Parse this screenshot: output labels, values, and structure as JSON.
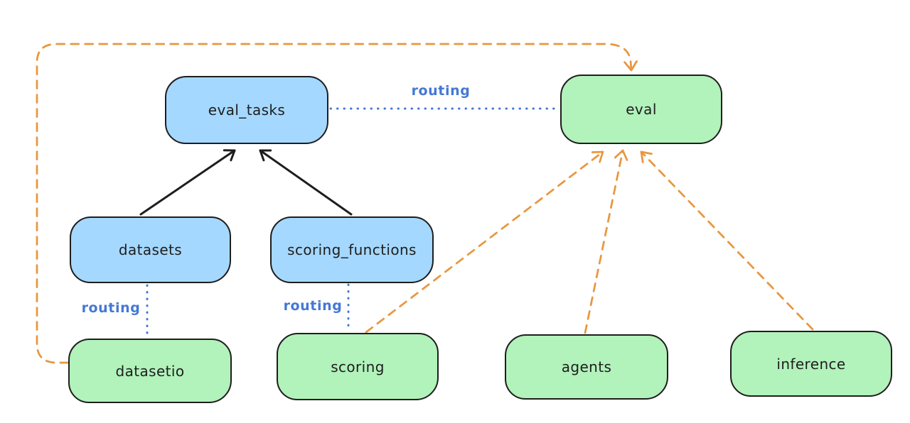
{
  "diagram": {
    "background_color": "#ffffff",
    "colors": {
      "api_node_fill_blue": "#a5d8ff",
      "provider_node_fill_green": "#b2f2bb",
      "node_stroke": "#1e1e1e",
      "solid_arrow": "#1e1e1e",
      "routing_blue": "#4478d4",
      "provider_arrow_orange": "#e8973f"
    },
    "nodes": [
      {
        "id": "eval_tasks",
        "label": "eval_tasks",
        "color": "blue"
      },
      {
        "id": "eval",
        "label": "eval",
        "color": "green"
      },
      {
        "id": "datasets",
        "label": "datasets",
        "color": "blue"
      },
      {
        "id": "scoring_functions",
        "label": "scoring_functions",
        "color": "blue"
      },
      {
        "id": "datasetio",
        "label": "datasetio",
        "color": "green"
      },
      {
        "id": "scoring",
        "label": "scoring",
        "color": "green"
      },
      {
        "id": "agents",
        "label": "agents",
        "color": "green"
      },
      {
        "id": "inference",
        "label": "inference",
        "color": "green"
      }
    ],
    "edges": [
      {
        "from": "datasets",
        "to": "eval_tasks",
        "style": "solid",
        "color": "black",
        "arrow": true,
        "label": ""
      },
      {
        "from": "scoring_functions",
        "to": "eval_tasks",
        "style": "solid",
        "color": "black",
        "arrow": true,
        "label": ""
      },
      {
        "from": "eval_tasks",
        "to": "eval",
        "style": "dotted",
        "color": "blue",
        "arrow": false,
        "label": "routing"
      },
      {
        "from": "datasets",
        "to": "datasetio",
        "style": "dotted",
        "color": "blue",
        "arrow": false,
        "label": "routing"
      },
      {
        "from": "scoring_functions",
        "to": "scoring",
        "style": "dotted",
        "color": "blue",
        "arrow": false,
        "label": "routing"
      },
      {
        "from": "datasetio",
        "to": "eval",
        "style": "dashed",
        "color": "orange",
        "arrow": true,
        "label": ""
      },
      {
        "from": "scoring",
        "to": "eval",
        "style": "dashed",
        "color": "orange",
        "arrow": true,
        "label": ""
      },
      {
        "from": "agents",
        "to": "eval",
        "style": "dashed",
        "color": "orange",
        "arrow": true,
        "label": ""
      },
      {
        "from": "inference",
        "to": "eval",
        "style": "dashed",
        "color": "orange",
        "arrow": true,
        "label": ""
      }
    ]
  }
}
